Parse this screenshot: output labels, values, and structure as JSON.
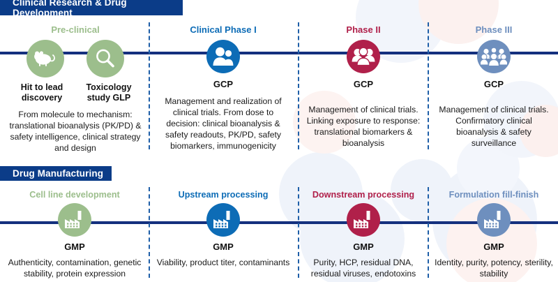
{
  "sections": [
    {
      "id": "clinical",
      "bar_label": "Clinical Research & Drug Development",
      "stages": [
        {
          "title": "Pre-clinical",
          "title_color": "#9CBE8C",
          "icon_color": "#9CBE8C",
          "icons": [
            "mouse-icon",
            "magnifier-icon"
          ],
          "icon_labels": [
            "Hit to lead discovery",
            "Toxicology study GLP"
          ],
          "standard": "",
          "description": "From molecule to mechanism: translational bioanalysis (PK/PD) & safety intelligence, clinical strategy and design"
        },
        {
          "title": "Clinical Phase I",
          "title_color": "#0D6CB6",
          "icon_color": "#0D6CB6",
          "icons": [
            "two-people-icon"
          ],
          "icon_labels": [],
          "standard": "GCP",
          "description": "Management and realization of clinical trials. From dose to decision: clinical bioanalysis & safety readouts, PK/PD, safety biomarkers, immunogenicity"
        },
        {
          "title": "Phase II",
          "title_color": "#B0204A",
          "icon_color": "#B0204A",
          "icons": [
            "four-people-icon"
          ],
          "icon_labels": [],
          "standard": "GCP",
          "description": "Management of clinical trials. Linking exposure to response: translational biomarkers & bioanalysis"
        },
        {
          "title": "Phase III",
          "title_color": "#6E8FBE",
          "icon_color": "#6E8FBE",
          "icons": [
            "crowd-people-icon"
          ],
          "icon_labels": [],
          "standard": "GCP",
          "description": "Management of clinical trials. Confirmatory clinical bioanalysis & safety surveillance"
        }
      ]
    },
    {
      "id": "manufacturing",
      "bar_label": "Drug Manufacturing",
      "stages": [
        {
          "title": "Cell line development",
          "title_color": "#9CBE8C",
          "icon_color": "#9CBE8C",
          "icons": [
            "factory-icon"
          ],
          "icon_labels": [],
          "standard": "GMP",
          "description": "Authenticity, contamination, genetic stability, protein expression"
        },
        {
          "title": "Upstream processing",
          "title_color": "#0D6CB6",
          "icon_color": "#0D6CB6",
          "icons": [
            "factory-icon"
          ],
          "icon_labels": [],
          "standard": "GMP",
          "description": "Viability, product titer, contaminants"
        },
        {
          "title": "Downstream processing",
          "title_color": "#B0204A",
          "icon_color": "#B0204A",
          "icons": [
            "factory-icon"
          ],
          "icon_labels": [],
          "standard": "GMP",
          "description": "Purity, HCP, residual DNA, residual viruses, endotoxins"
        },
        {
          "title": "Formulation  fill-finish",
          "title_color": "#6E8FBE",
          "icon_color": "#6E8FBE",
          "icons": [
            "factory-icon"
          ],
          "icon_labels": [],
          "standard": "GMP",
          "description": "Identity, purity, potency, sterility, stability"
        }
      ]
    }
  ],
  "colors": {
    "bar_bg": "#0B3C88",
    "timeline": "#14307E",
    "divider": "#1F5FA8",
    "green": "#9CBE8C",
    "blue": "#0D6CB6",
    "red": "#B0204A",
    "slate": "#6E8FBE",
    "text": "#1a1a1a",
    "blob_blue": "#EFF3FA",
    "blob_pink": "#FDF1EF"
  }
}
